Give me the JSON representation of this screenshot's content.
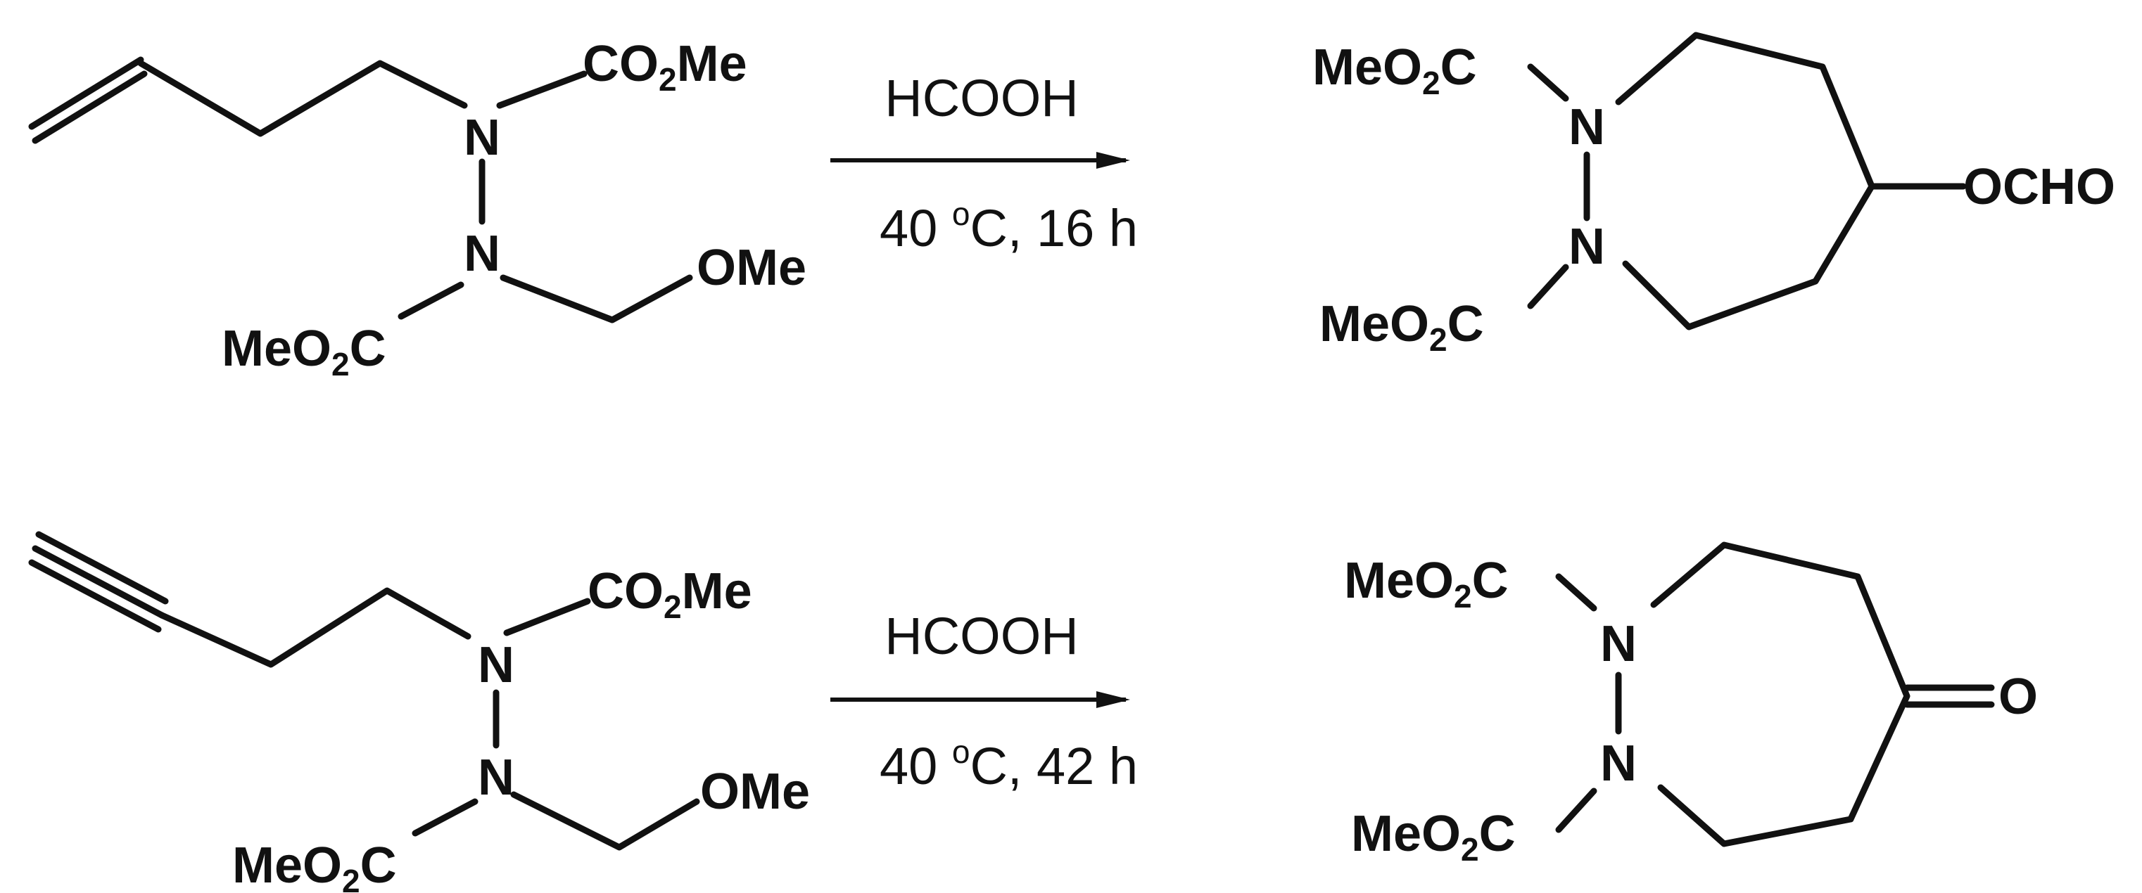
{
  "labels": {
    "N": "N",
    "O": "O",
    "co2me": [
      "CO",
      "2",
      "Me"
    ],
    "meo2c": [
      "MeO",
      "2",
      "C"
    ],
    "ome": "OMe",
    "ocho": "OCHO"
  },
  "reactions": [
    {
      "reagent": "HCOOH",
      "degree": "o",
      "temp_prefix": "40 ",
      "temp_suffix": "C, 16 h"
    },
    {
      "reagent": "HCOOH",
      "degree": "o",
      "temp_prefix": "40 ",
      "temp_suffix": "C, 42 h"
    }
  ]
}
